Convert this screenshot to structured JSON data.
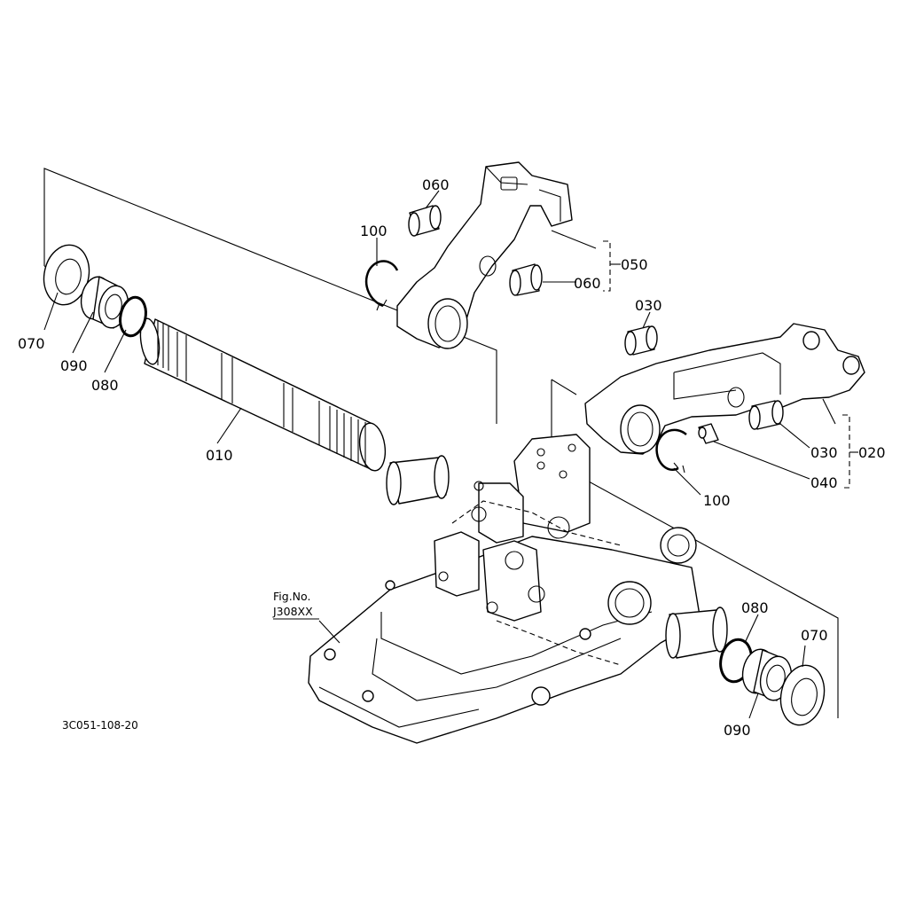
{
  "drawing_code": "3C051-108-20",
  "reference": {
    "line1": "Fig.No.",
    "line2": "J308XX"
  },
  "callouts": {
    "p010": "010",
    "p020": "020",
    "p030a": "030",
    "p030b": "030",
    "p040": "040",
    "p050": "050",
    "p060a": "060",
    "p060b": "060",
    "p070a": "070",
    "p070b": "070",
    "p080a": "080",
    "p080b": "080",
    "p090a": "090",
    "p090b": "090",
    "p100a": "100",
    "p100b": "100"
  }
}
